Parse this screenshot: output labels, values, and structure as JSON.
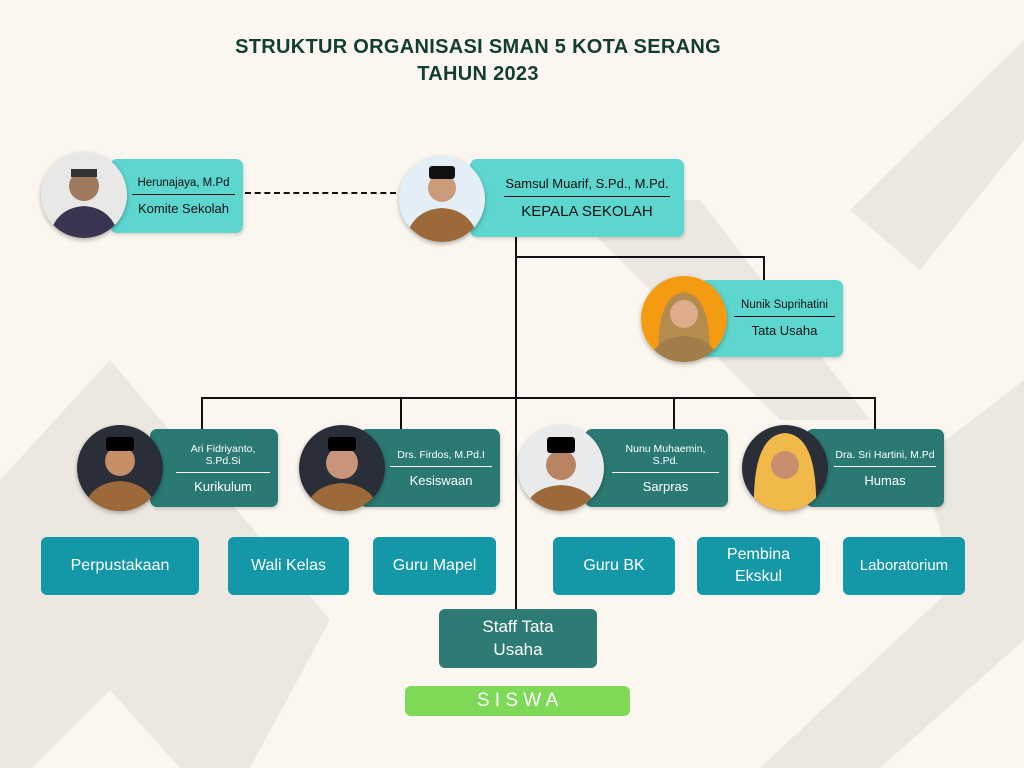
{
  "title": {
    "line1": "STRUKTUR ORGANISASI SMAN 5 KOTA SERANG",
    "line2": "TAHUN 2023"
  },
  "people": {
    "komite": {
      "name": "Herunajaya, M.Pd",
      "role": "Komite Sekolah"
    },
    "kepala": {
      "name": "Samsul Muarif, S.Pd., M.Pd.",
      "role": "KEPALA SEKOLAH"
    },
    "tata_usaha": {
      "name": "Nunik Suprihatini",
      "role": "Tata Usaha"
    },
    "kurikulum": {
      "name": "Ari Fidriyanto, S.Pd.Si",
      "role": "Kurikulum"
    },
    "kesiswaan": {
      "name": "Drs. Firdos, M.Pd.I",
      "role": "Kesiswaan"
    },
    "sarpras": {
      "name": "Nunu Muhaemin, S.Pd.",
      "role": "Sarpras"
    },
    "humas": {
      "name": "Dra. Sri Hartini, M.Pd",
      "role": "Humas"
    }
  },
  "units": {
    "perpustakaan": "Perpustakaan",
    "wali_kelas": "Wali Kelas",
    "guru_mapel": "Guru Mapel",
    "guru_bk": "Guru BK",
    "pembina_ekskul": "Pembina Ekskul",
    "laboratorium": "Laboratorium",
    "staff_tu": "Staff Tata Usaha",
    "siswa": "S I S W A"
  },
  "colors": {
    "light_card": "#5dd6cf",
    "dark_card": "#2a7a73",
    "unit_box": "#1497a6",
    "siswa": "#7ed957",
    "background": "#fbf7f0"
  }
}
